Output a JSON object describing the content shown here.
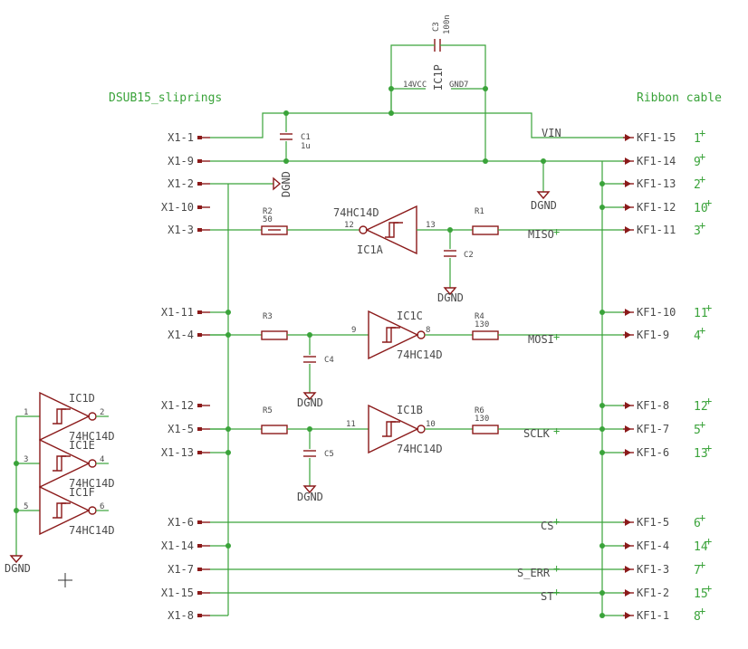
{
  "labels": {
    "left_header": "DSUB15_sliprings",
    "right_header": "Ribbon cable",
    "vin": "VIN",
    "miso": "MISO",
    "mosi": "MOSI",
    "sclk": "SCLK",
    "cs": "CS",
    "s_err": "S_ERR",
    "st": "ST"
  },
  "connectors_left": [
    "X1-1",
    "X1-9",
    "X1-2",
    "X1-10",
    "X1-3",
    "X1-11",
    "X1-4",
    "X1-12",
    "X1-5",
    "X1-13",
    "X1-6",
    "X1-14",
    "X1-7",
    "X1-15",
    "X1-8"
  ],
  "connectors_right": [
    "KF1-15",
    "KF1-14",
    "KF1-13",
    "KF1-12",
    "KF1-11",
    "KF1-10",
    "KF1-9",
    "KF1-8",
    "KF1-7",
    "KF1-6",
    "KF1-5",
    "KF1-4",
    "KF1-3",
    "KF1-2",
    "KF1-1"
  ],
  "right_pins": [
    "1",
    "9",
    "2",
    "10",
    "3",
    "11",
    "4",
    "12",
    "5",
    "13",
    "6",
    "14",
    "7",
    "15",
    "8"
  ],
  "plus": "+",
  "components": {
    "c1": {
      "name": "C1",
      "value": "1u"
    },
    "c2": {
      "name": "C2"
    },
    "c3": {
      "name": "C3",
      "value": "100n"
    },
    "c4": {
      "name": "C4"
    },
    "c5": {
      "name": "C5"
    },
    "ic1p": {
      "name": "IC1P",
      "vcc": "VCC",
      "gnd": "GND",
      "pin_vcc": "14",
      "pin_gnd": "7"
    },
    "r1": {
      "name": "R1"
    },
    "r2": {
      "name": "R2",
      "value": "50"
    },
    "r3": {
      "name": "R3"
    },
    "r4": {
      "name": "R4",
      "value": "130"
    },
    "r5": {
      "name": "R5"
    },
    "r6": {
      "name": "R6",
      "value": "130"
    },
    "ic1a": {
      "name": "IC1A",
      "part": "74HC14D",
      "pin_in": "12",
      "pin_out": "13"
    },
    "ic1c": {
      "name": "IC1C",
      "part": "74HC14D",
      "pin_in": "9",
      "pin_out": "8"
    },
    "ic1b": {
      "name": "IC1B",
      "part": "74HC14D",
      "pin_in": "11",
      "pin_out": "10"
    },
    "ic1d": {
      "name": "IC1D",
      "part": "74HC14D",
      "pin_in": "1",
      "pin_out": "2"
    },
    "ic1e": {
      "name": "IC1E",
      "part": "74HC14D",
      "pin_in": "3",
      "pin_out": "4"
    },
    "ic1f": {
      "name": "IC1F",
      "part": "74HC14D",
      "pin_in": "5",
      "pin_out": "6"
    }
  },
  "dgnd": "DGND"
}
